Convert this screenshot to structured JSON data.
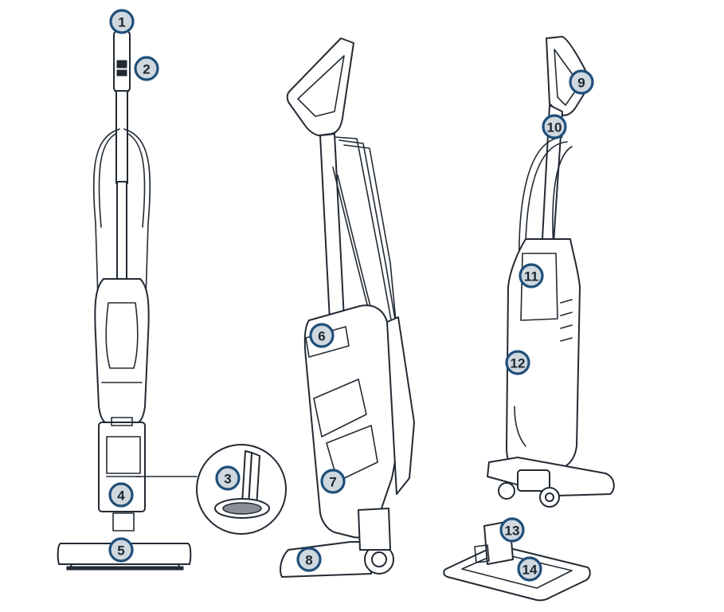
{
  "colors": {
    "line": "#222a33",
    "callout_fill": "#cfd8df",
    "callout_ring": "#1f4f7a",
    "callout_text": "#1c2530"
  },
  "callouts": [
    {
      "label": "1"
    },
    {
      "label": "2"
    },
    {
      "label": "3"
    },
    {
      "label": "4"
    },
    {
      "label": "5"
    },
    {
      "label": "6"
    },
    {
      "label": "7"
    },
    {
      "label": "8"
    },
    {
      "label": "9"
    },
    {
      "label": "10"
    },
    {
      "label": "11"
    },
    {
      "label": "12"
    },
    {
      "label": "13"
    },
    {
      "label": "14"
    }
  ]
}
